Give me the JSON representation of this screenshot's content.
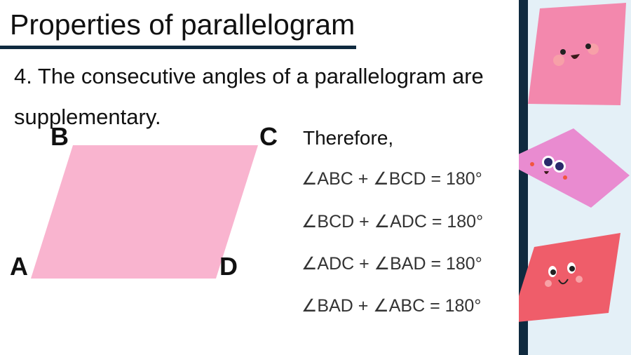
{
  "slide": {
    "title": "Properties of parallelogram",
    "statement": "4. The consecutive angles of a parallelogram are supplementary.",
    "vertices": {
      "a": "A",
      "b": "B",
      "c": "C",
      "d": "D"
    },
    "conclusion_label": "Therefore,",
    "equations": [
      "∠ABC + ∠BCD = 180°",
      "∠BCD + ∠ADC = 180°",
      "∠ADC + ∠BAD = 180°",
      "∠BAD + ∠ABC = 180°"
    ]
  },
  "colors": {
    "parallelogram_fill": "#f9b4cf",
    "accent_navy": "#0f2a3f",
    "side_panel": "#e4f0f7",
    "sticker_pink": "#f27ea7",
    "sticker_lilac": "#e98bd0",
    "sticker_red": "#ef5d6a"
  },
  "icons": [
    "pink-parallelogram-sticker-icon",
    "lilac-parallelogram-sticker-icon",
    "red-parallelogram-sticker-icon"
  ]
}
